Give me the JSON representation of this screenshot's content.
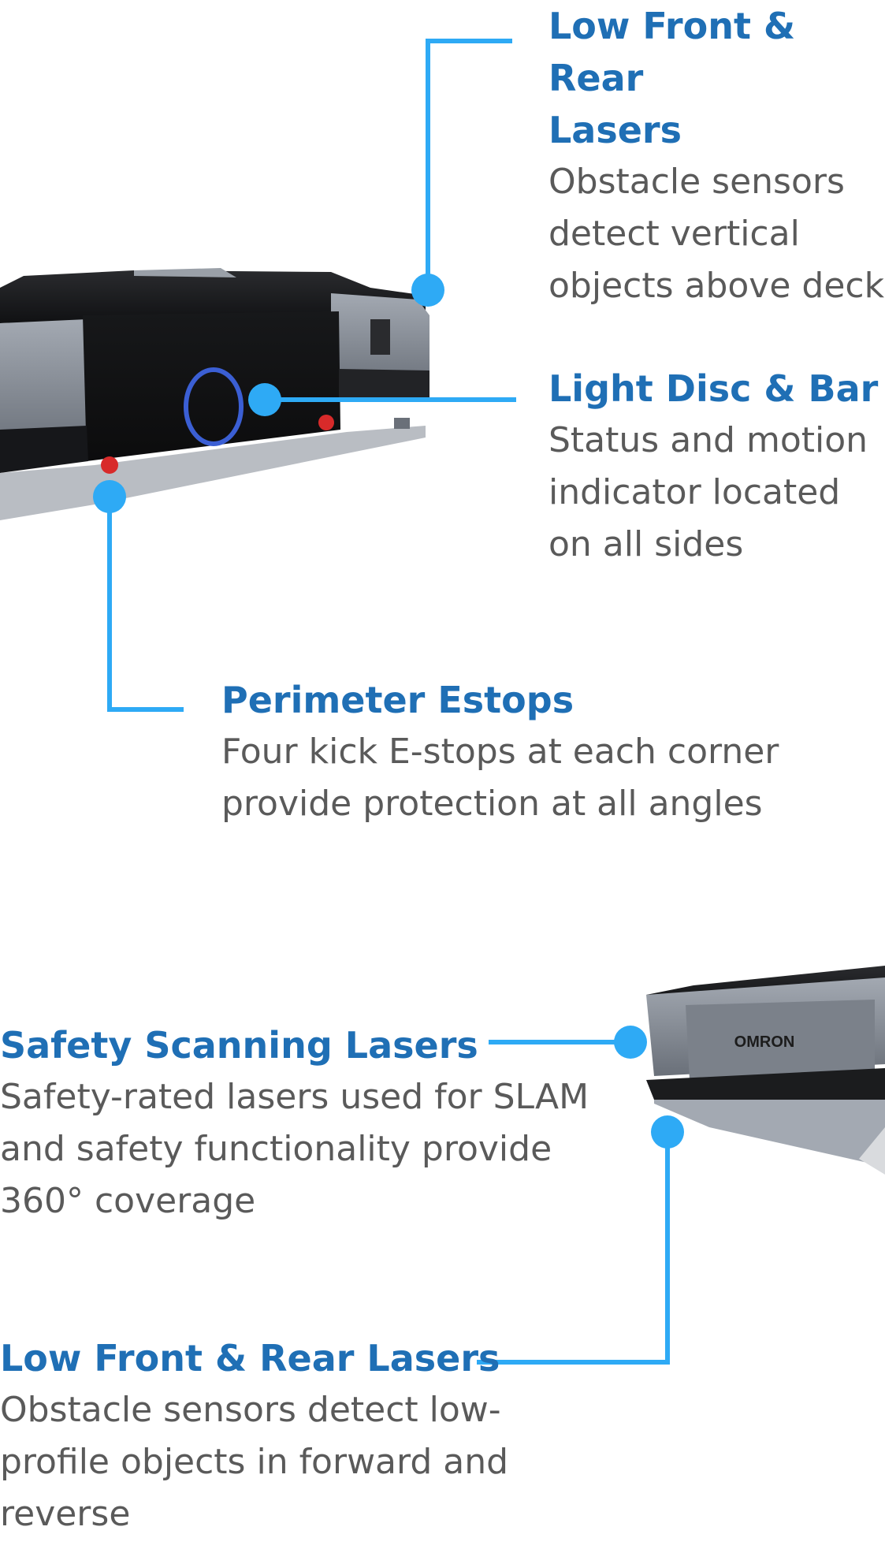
{
  "callouts": [
    {
      "title": "Low Front & Rear\nLasers",
      "description": "Obstacle sensors\ndetect vertical\nobjects above deck"
    },
    {
      "title": "Light Disc & Bar",
      "description": "Status and motion\nindicator located\non all sides"
    },
    {
      "title": "Perimeter Estops",
      "description": "Four kick E-stops at each corner\nprovide protection at all angles"
    },
    {
      "title": "Safety Scanning Lasers",
      "description": "Safety-rated lasers used for SLAM\nand safety functionality provide\n360° coverage"
    },
    {
      "title": "Low Front & Rear Lasers",
      "description": "Obstacle sensors detect low-\nprofile objects in forward and\nreverse"
    }
  ],
  "robot_logo_text": "OMRON",
  "colors": {
    "accent": "#2eaaf5",
    "title": "#1f6fb5",
    "text": "#5a5a5a",
    "robot_body": "#1b1c1e",
    "robot_trim": "#8c929b",
    "estop": "#d82a2a",
    "light_disc": "#3b5fd4"
  }
}
